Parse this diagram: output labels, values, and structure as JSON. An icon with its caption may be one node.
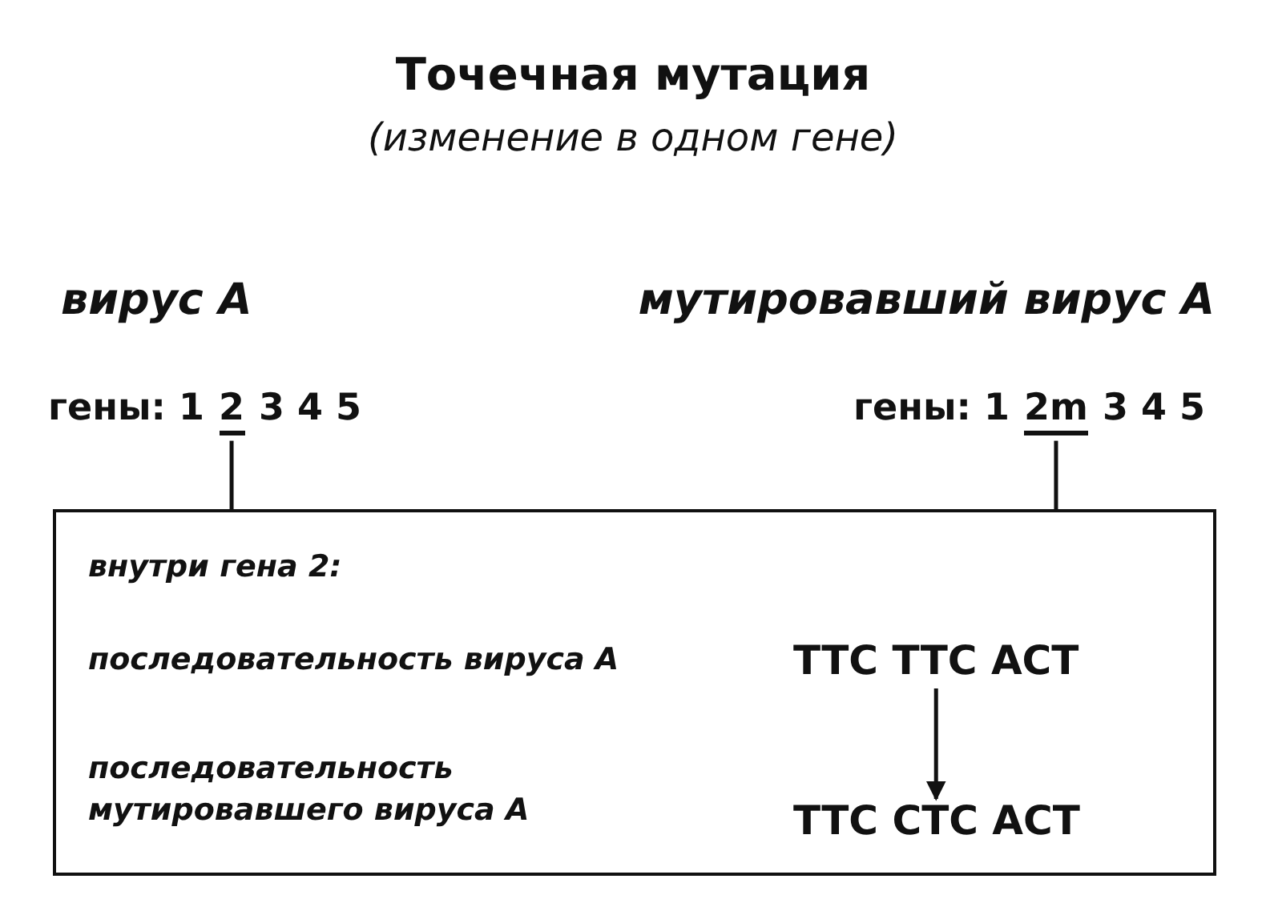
{
  "diagram": {
    "title": "Точечная мутация",
    "caption": "(изменение в одном гене)",
    "nodes": [
      {
        "text": [
          "2"
        ]
      },
      {
        "text": [
          "2m"
        ]
      },
      {
        "text": [
          "внутри гена 2:",
          "последовательность вируса А",
          "последовательность мутировавшего вируса А"
        ]
      },
      {
        "text": [
          "TTC TTC ACT"
        ],
        "in": 2
      },
      {
        "text": [
          "TTC CTC ACT"
        ],
        "in": 2
      }
    ],
    "edges": [
      {
        "from": 0,
        "to": 2,
        "arrow": "none"
      },
      {
        "from": 1,
        "to": 2,
        "arrow": "none"
      },
      {
        "from": 3,
        "to": 4,
        "arrow": "to"
      }
    ],
    "labels": [
      "вирус А",
      "мутировавший вирус А",
      "гены: 1",
      "3 4 5",
      "гены: 1",
      "3 4 5"
    ]
  }
}
